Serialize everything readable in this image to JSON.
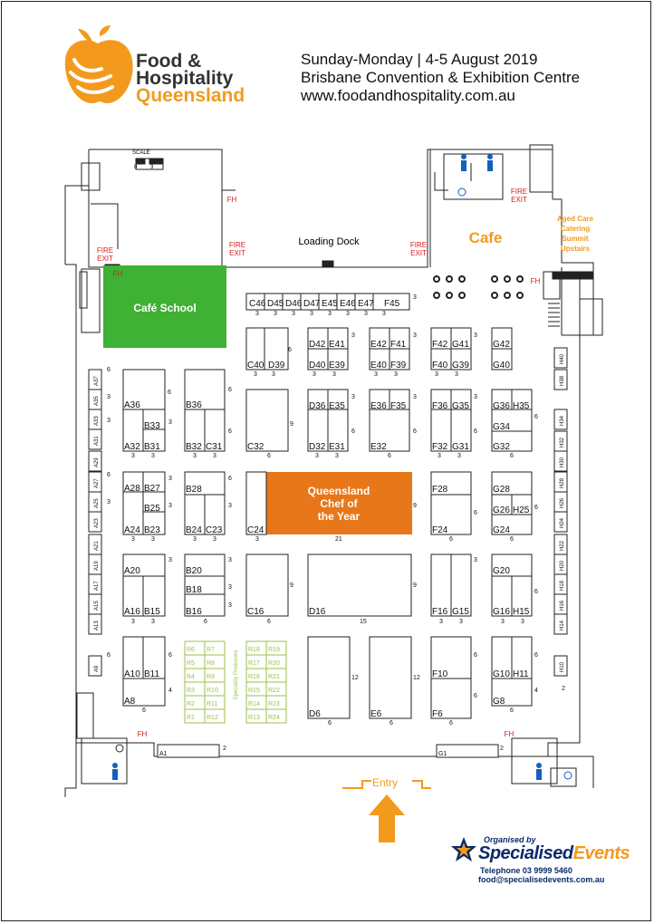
{
  "header": {
    "brand_line1": "Food &",
    "brand_line2": "Hospitality",
    "brand_line3": "Queensland",
    "date_line": "Sunday-Monday | 4-5 August 2019",
    "venue_line": "Brisbane Convention & Exhibition Centre",
    "url_line": "www.foodandhospitality.com.au"
  },
  "map_labels": {
    "scale": "SCALE",
    "scale_0": "0",
    "scale_3": "3",
    "loading_dock": "Loading Dock",
    "fire_exit_1": "FIRE",
    "fire_exit_2": "EXIT",
    "fh": "FH",
    "cafe": "Cafe",
    "aged_care_1": "Aged Care",
    "aged_care_2": "Catering",
    "aged_care_3": "Summit",
    "aged_care_4": "Upstairs",
    "cafe_school": "Café School",
    "chef_1": "Queensland",
    "chef_2": "Chef of",
    "chef_3": "the Year",
    "specialty": "Speciality Producers",
    "entry": "Entry"
  },
  "organiser": {
    "by": "Organised by",
    "name_a": "Specialised",
    "name_b": "Events",
    "telephone": "Telephone 03 9999 5460",
    "email": "food@specialisedevents.com.au"
  },
  "colors": {
    "orange": "#f39a1e",
    "chef_orange": "#e8771a",
    "green": "#3fb134",
    "specialty_green": "#9ec04a",
    "fire_red": "#d42020",
    "toilet_blue": "#1560bd",
    "navy": "#0b2a6b"
  },
  "booths": [
    {
      "id": "C46"
    },
    {
      "id": "D45"
    },
    {
      "id": "D46"
    },
    {
      "id": "D47"
    },
    {
      "id": "E45"
    },
    {
      "id": "E46"
    },
    {
      "id": "E47"
    },
    {
      "id": "F45"
    },
    {
      "id": "C40"
    },
    {
      "id": "D39"
    },
    {
      "id": "D42"
    },
    {
      "id": "E41"
    },
    {
      "id": "D40"
    },
    {
      "id": "E39"
    },
    {
      "id": "E42"
    },
    {
      "id": "F41"
    },
    {
      "id": "E40"
    },
    {
      "id": "F39"
    },
    {
      "id": "F42"
    },
    {
      "id": "G41"
    },
    {
      "id": "F40"
    },
    {
      "id": "G39"
    },
    {
      "id": "G42"
    },
    {
      "id": "G40"
    },
    {
      "id": "A36"
    },
    {
      "id": "B33"
    },
    {
      "id": "A32"
    },
    {
      "id": "B31"
    },
    {
      "id": "B36"
    },
    {
      "id": "B32"
    },
    {
      "id": "C31"
    },
    {
      "id": "C32"
    },
    {
      "id": "D36"
    },
    {
      "id": "E35"
    },
    {
      "id": "D32"
    },
    {
      "id": "E31"
    },
    {
      "id": "E36"
    },
    {
      "id": "F35"
    },
    {
      "id": "E32"
    },
    {
      "id": "F36"
    },
    {
      "id": "G35"
    },
    {
      "id": "F32"
    },
    {
      "id": "G31"
    },
    {
      "id": "G36"
    },
    {
      "id": "H35"
    },
    {
      "id": "G34"
    },
    {
      "id": "G32"
    },
    {
      "id": "A28"
    },
    {
      "id": "B27"
    },
    {
      "id": "B25"
    },
    {
      "id": "A24"
    },
    {
      "id": "B23"
    },
    {
      "id": "B28"
    },
    {
      "id": "B24"
    },
    {
      "id": "C23"
    },
    {
      "id": "C24"
    },
    {
      "id": "F28"
    },
    {
      "id": "F24"
    },
    {
      "id": "G28"
    },
    {
      "id": "G26"
    },
    {
      "id": "H25"
    },
    {
      "id": "G24"
    },
    {
      "id": "A20"
    },
    {
      "id": "A16"
    },
    {
      "id": "B15"
    },
    {
      "id": "B20"
    },
    {
      "id": "B18"
    },
    {
      "id": "B16"
    },
    {
      "id": "C16"
    },
    {
      "id": "D16"
    },
    {
      "id": "F16"
    },
    {
      "id": "G15"
    },
    {
      "id": "G20"
    },
    {
      "id": "G16"
    },
    {
      "id": "H15"
    },
    {
      "id": "A10"
    },
    {
      "id": "B11"
    },
    {
      "id": "A8"
    },
    {
      "id": "D6"
    },
    {
      "id": "E6"
    },
    {
      "id": "F10"
    },
    {
      "id": "F6"
    },
    {
      "id": "G10"
    },
    {
      "id": "H11"
    },
    {
      "id": "G8"
    },
    {
      "id": "A1"
    },
    {
      "id": "G1"
    }
  ],
  "side_booths_left": [
    "A37",
    "A35",
    "A33",
    "A31",
    "A29",
    "A27",
    "A25",
    "A23",
    "A21",
    "A19",
    "A17",
    "A15",
    "A13",
    "A9"
  ],
  "side_booths_right": [
    "H40",
    "H38",
    "H34",
    "H32",
    "H30",
    "H28",
    "H26",
    "H24",
    "H22",
    "H20",
    "H18",
    "H16",
    "H14",
    "H10"
  ],
  "specialty_booths": [
    "R6",
    "R7",
    "R5",
    "R8",
    "R4",
    "R9",
    "R3",
    "R10",
    "R2",
    "R11",
    "R1",
    "R12",
    "R18",
    "R19",
    "R17",
    "R20",
    "R16",
    "R21",
    "R15",
    "R22",
    "R14",
    "R23",
    "R13",
    "R24"
  ],
  "dimensions": [
    "3",
    "6",
    "9",
    "12",
    "15",
    "21",
    "2",
    "4"
  ]
}
